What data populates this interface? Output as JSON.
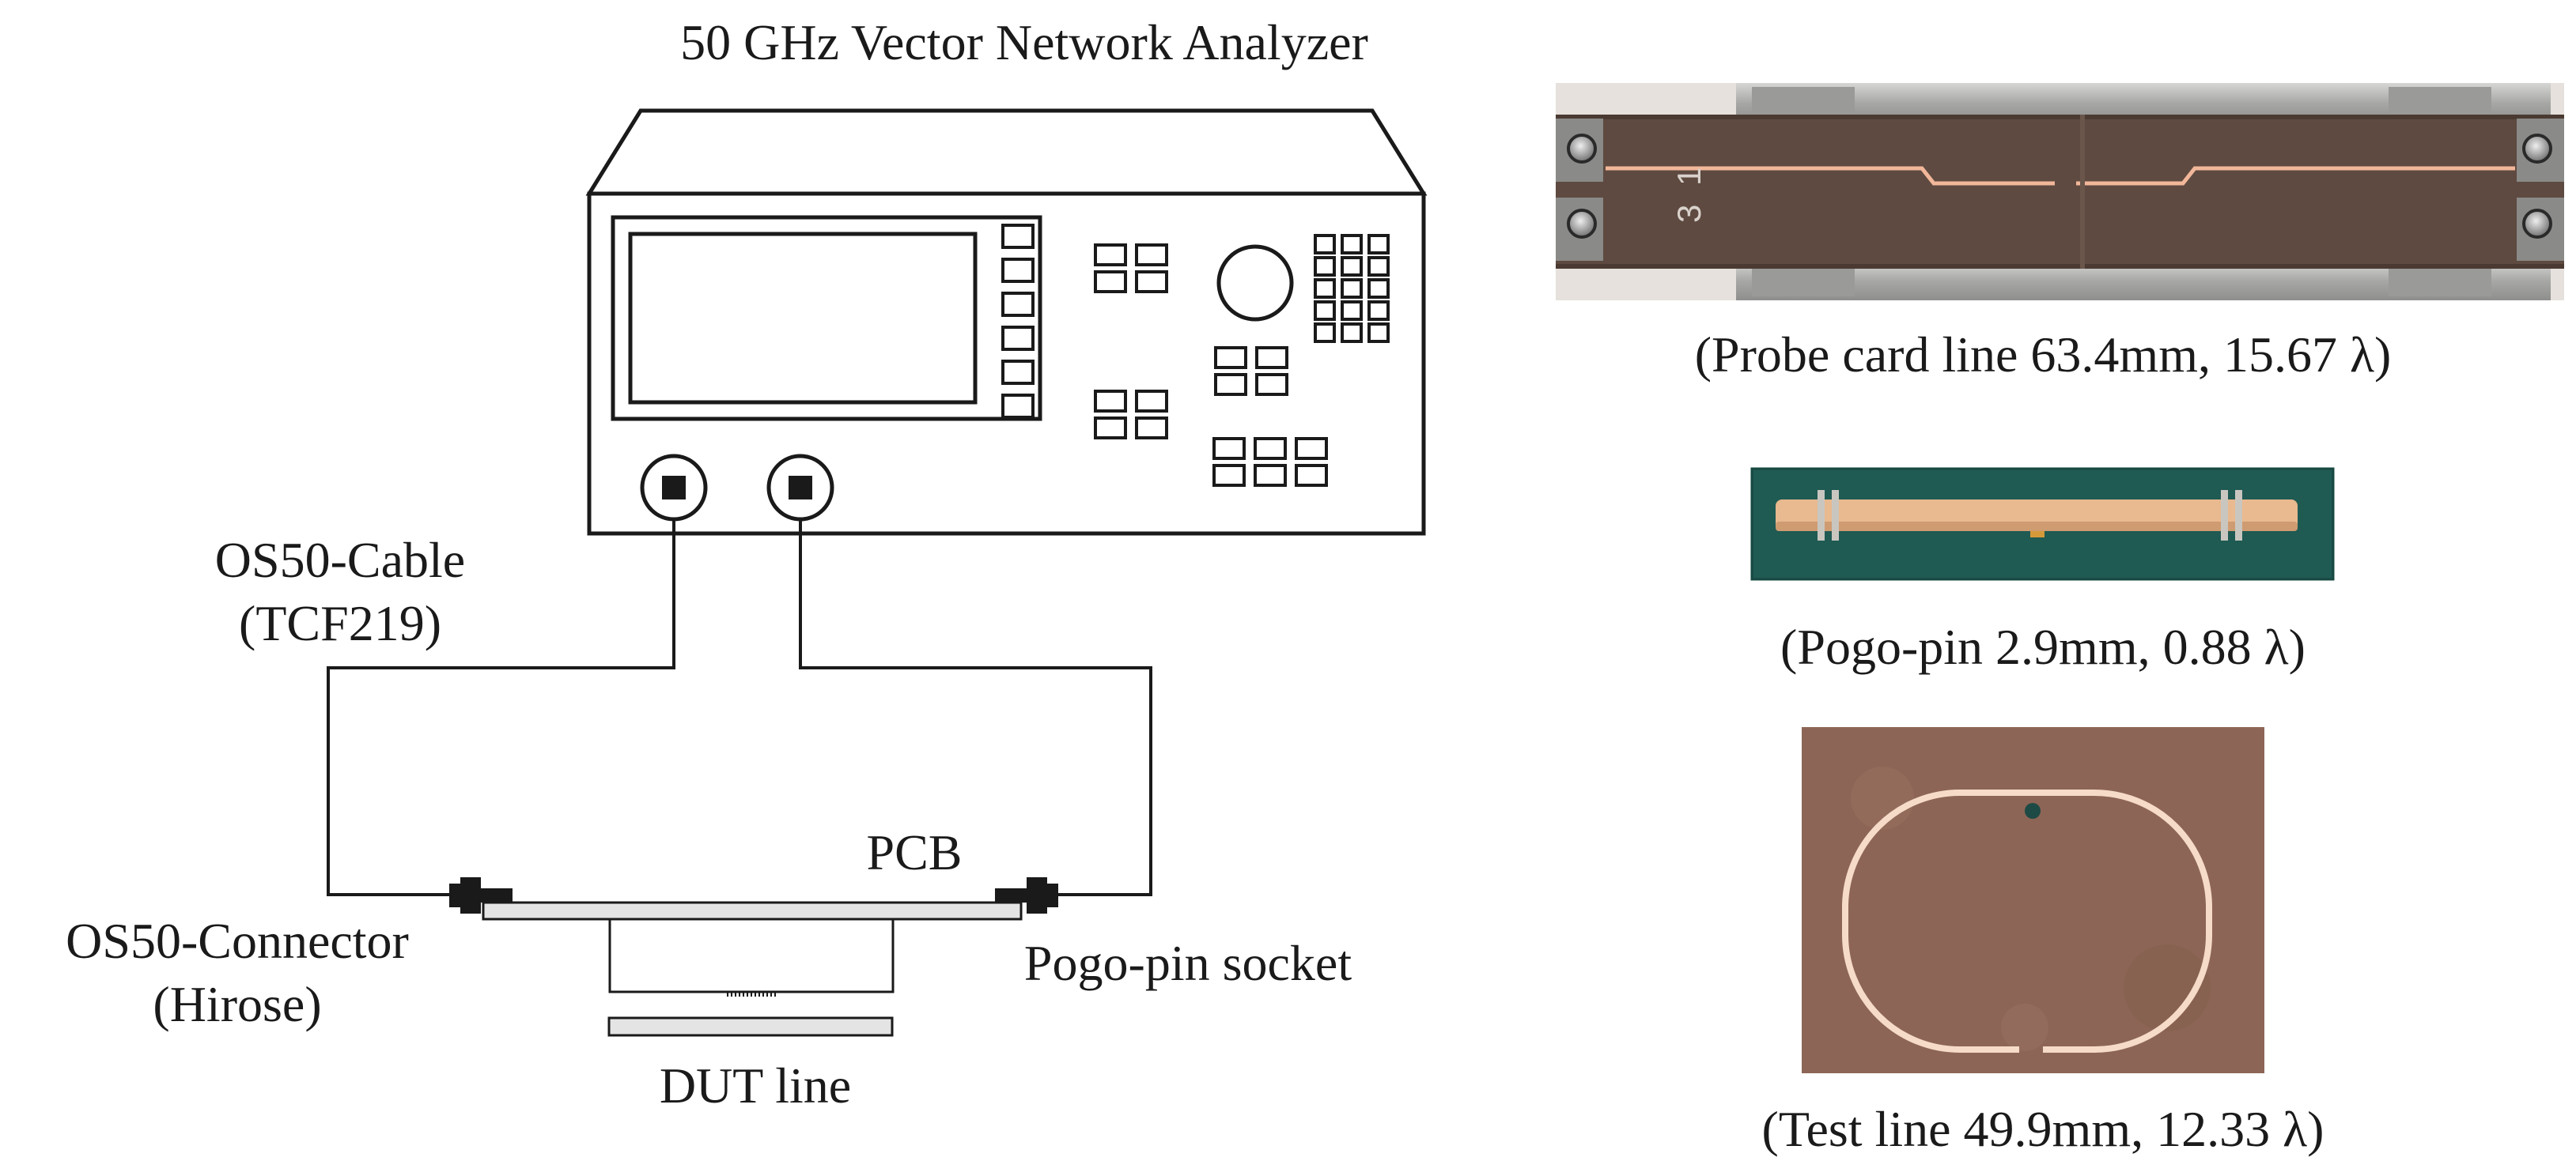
{
  "diagram": {
    "title": "50 GHz Vector Network Analyzer",
    "labels": {
      "cable": "OS50-Cable",
      "cable_model": "(TCF219)",
      "connector": "OS50-Connector",
      "connector_maker": "(Hirose)",
      "pcb": "PCB",
      "socket": "Pogo-pin socket",
      "dut": "DUT line"
    }
  },
  "photos": {
    "probe_card": {
      "caption": "(Probe card line 63.4mm, 15.67 λ)",
      "marking": "3 1"
    },
    "pogo_pin": {
      "caption": "(Pogo-pin 2.9mm, 0.88 λ)"
    },
    "test_line": {
      "caption": "(Test line 49.9mm, 12.33 λ)"
    }
  },
  "colors": {
    "ink": "#1a1a1a",
    "probe_board": "#5e4a40",
    "metal": "#b9b9b7",
    "copper_trace": "#f2b79a",
    "pogo_background": "#1f5a53",
    "pogo_body": "#e9b98f",
    "test_board": "#8d6556",
    "test_trace": "#f6dcc8"
  }
}
